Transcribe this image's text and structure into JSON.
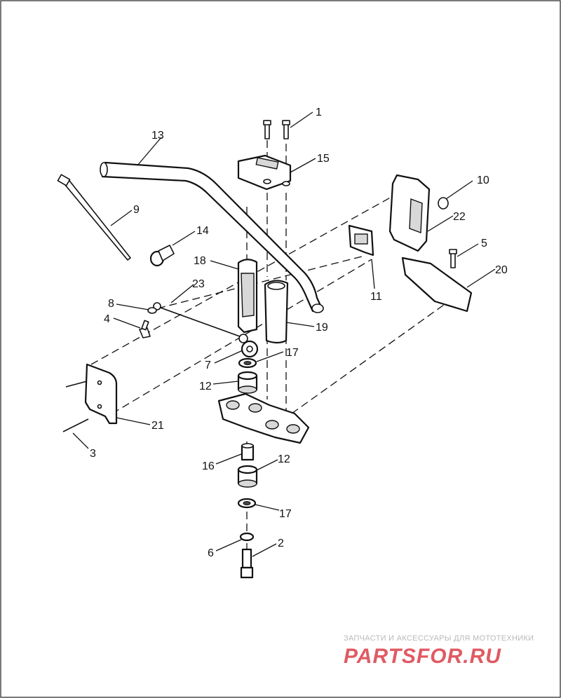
{
  "callouts": [
    {
      "id": "c1",
      "text": "1"
    },
    {
      "id": "c2",
      "text": "2"
    },
    {
      "id": "c3",
      "text": "3"
    },
    {
      "id": "c4",
      "text": "4"
    },
    {
      "id": "c5",
      "text": "5"
    },
    {
      "id": "c6",
      "text": "6"
    },
    {
      "id": "c7",
      "text": "7"
    },
    {
      "id": "c8",
      "text": "8"
    },
    {
      "id": "c9",
      "text": "9"
    },
    {
      "id": "c10",
      "text": "10"
    },
    {
      "id": "c11",
      "text": "11"
    },
    {
      "id": "c12a",
      "text": "12"
    },
    {
      "id": "c12b",
      "text": "12"
    },
    {
      "id": "c13",
      "text": "13"
    },
    {
      "id": "c14",
      "text": "14"
    },
    {
      "id": "c15",
      "text": "15"
    },
    {
      "id": "c16",
      "text": "16"
    },
    {
      "id": "c17a",
      "text": "17"
    },
    {
      "id": "c17b",
      "text": "17"
    },
    {
      "id": "c18",
      "text": "18"
    },
    {
      "id": "c19",
      "text": "19"
    },
    {
      "id": "c20",
      "text": "20"
    },
    {
      "id": "c21",
      "text": "21"
    },
    {
      "id": "c22",
      "text": "22"
    },
    {
      "id": "c23",
      "text": "23"
    }
  ],
  "watermark": {
    "tagline": "ЗАПЧАСТИ И АКСЕССУАРЫ ДЛЯ МОТОТЕХНИКИ",
    "logo": "PARTSFOR.RU",
    "logo_color": "#e05a63"
  }
}
